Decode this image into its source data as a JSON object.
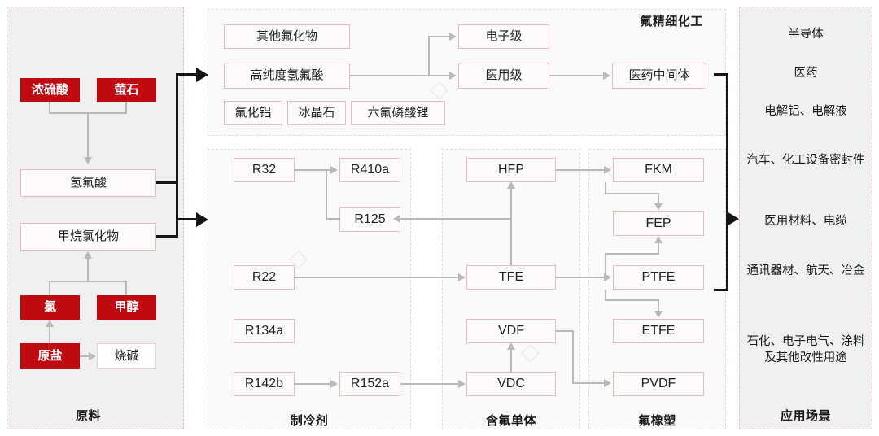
{
  "sections": {
    "raw": {
      "caption": "原料"
    },
    "fine": {
      "caption": "氟精细化工"
    },
    "refrigerant": {
      "caption": "制冷剂"
    },
    "monomer": {
      "caption": "含氟单体"
    },
    "polymer": {
      "caption": "氟橡塑"
    },
    "application": {
      "caption": "应用场景"
    }
  },
  "raw_materials": {
    "sulfuric_acid": "浓硫酸",
    "fluorite": "萤石",
    "hydrofluoric_acid": "氢氟酸",
    "methane_chlorides": "甲烷氯化物",
    "chlorine": "氯",
    "methanol": "甲醇",
    "raw_salt": "原盐",
    "caustic_soda": "烧碱"
  },
  "fine_chemicals": {
    "other_fluorides": "其他氟化物",
    "high_purity_hf": "高纯度氢氟酸",
    "aluminium_fluoride": "氟化铝",
    "cryolite": "冰晶石",
    "lithium_hexafluorophosphate": "六氟磷酸锂",
    "electronic_grade": "电子级",
    "medical_grade": "医用级",
    "pharma_intermediate": "医药中间体"
  },
  "refrigerants": {
    "r32": "R32",
    "r410a": "R410a",
    "r125": "R125",
    "r22": "R22",
    "r134a": "R134a",
    "r142b": "R142b",
    "r152a": "R152a"
  },
  "monomers": {
    "hfp": "HFP",
    "tfe": "TFE",
    "vdf": "VDF",
    "vdc": "VDC"
  },
  "polymers": {
    "fkm": "FKM",
    "fep": "FEP",
    "ptfe": "PTFE",
    "etfe": "ETFE",
    "pvdf": "PVDF"
  },
  "applications": [
    {
      "label": "半导体"
    },
    {
      "label": "医药"
    },
    {
      "label": "电解铝、电解液"
    },
    {
      "label": "汽车、化工设备密封件"
    },
    {
      "label": "医用材料、电缆"
    },
    {
      "label": "通讯器材、航天、冶金"
    },
    {
      "label": "石化、电子电气、涂料及其他改性用途"
    }
  ],
  "colors": {
    "primary_red": "#c00a12",
    "box_border_pink": "#edb9bc",
    "connector_grey": "#b9b9b9",
    "connector_black": "#161616",
    "panel_grey": "#f0f0f0"
  }
}
